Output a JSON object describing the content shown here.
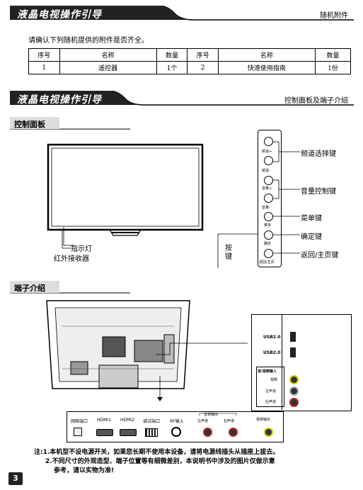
{
  "header1": {
    "title": "液晶电视操作引导",
    "right": "随机附件"
  },
  "intro": "请确认下列随机提供的附件是否齐全。",
  "table": {
    "headers": [
      "序号",
      "名称",
      "数量",
      "序号",
      "名称",
      "数量"
    ],
    "row": [
      "1",
      "遥控器",
      "1个",
      "2",
      "快速使用指南",
      "1份"
    ]
  },
  "header2": {
    "title": "液晶电视操作引导",
    "right": "控制面板及端子介绍"
  },
  "control_panel": {
    "label": "控制面板",
    "indicator": "指示灯",
    "ir_receiver": "红外接收器",
    "keys_label": "按键",
    "buttons": [
      {
        "small": "频道+"
      },
      {
        "small": "频道-"
      },
      {
        "small": "音量+"
      },
      {
        "small": "音量-"
      },
      {
        "small": "菜单"
      },
      {
        "small": "确定"
      },
      {
        "small": "返回/主页"
      }
    ],
    "callouts": [
      "频道选择键",
      "音量控制键",
      "菜单键",
      "确定键",
      "返回/主页键"
    ]
  },
  "terminals": {
    "label": "端子介绍",
    "bottom_ports": [
      "网络端口",
      "HDMI1",
      "HDMI2",
      "调试端口",
      "RF输入",
      "左声道",
      "右声道",
      "视频输出"
    ],
    "audio_out_label": "音频输出",
    "side_ports": [
      "USB2.0",
      "USB2.0"
    ],
    "av_input_label": "音/视频输入",
    "av_inputs": [
      "视频",
      "左声道",
      "右声道"
    ]
  },
  "notes": [
    "注:1.本机型不设电源开关，如果您长期不使用本设备，请将电源线插头从插座上拔去。",
    "2.不同尺寸的外观造型、端子位置等有细微差别，本说明书中涉及的图片仅做示意",
    "参考，请以实物为准!"
  ],
  "page_number": "3"
}
